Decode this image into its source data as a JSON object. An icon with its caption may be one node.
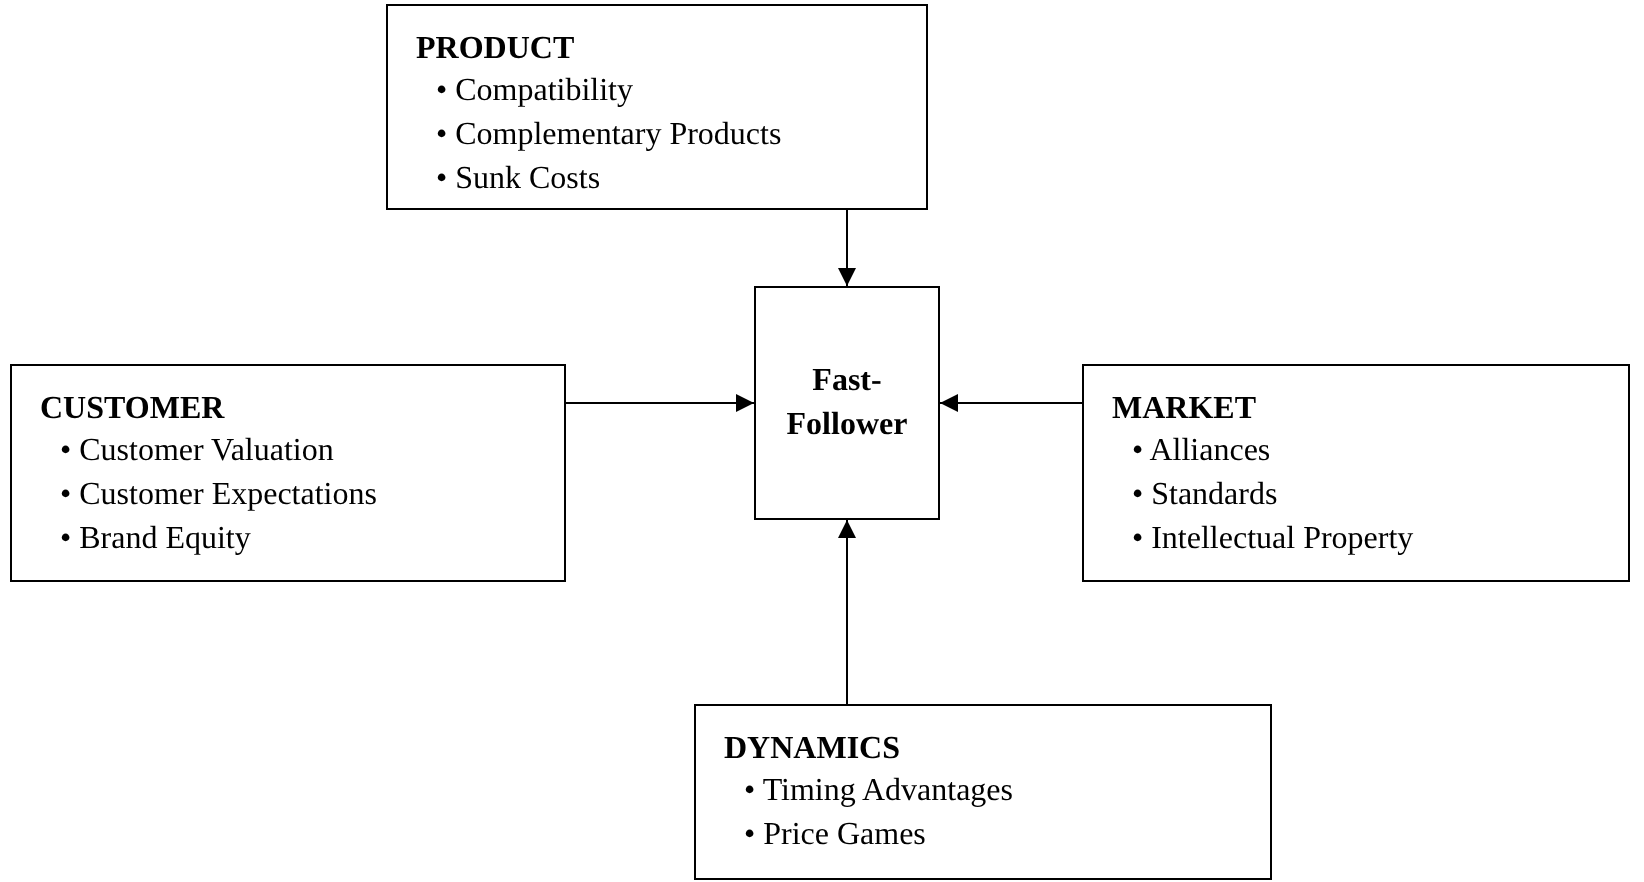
{
  "diagram": {
    "nodes": [
      {
        "text": [
          "PRODUCT",
          "• Compatibility",
          "• Complementary Products",
          "• Sunk Costs"
        ]
      },
      {
        "text": [
          "CUSTOMER",
          "• Customer Valuation",
          "• Customer Expectations",
          "• Brand Equity"
        ]
      },
      {
        "text": [
          "Fast-Follower"
        ]
      },
      {
        "text": [
          "MARKET",
          "• Alliances",
          "• Standards",
          "• Intellectual Property"
        ]
      },
      {
        "text": [
          "DYNAMICS",
          "• Timing Advantages",
          "• Price Games"
        ]
      }
    ],
    "edges": [
      {
        "from": 0,
        "to": 2,
        "arrow": "to"
      },
      {
        "from": 1,
        "to": 2,
        "arrow": "to"
      },
      {
        "from": 3,
        "to": 2,
        "arrow": "to"
      },
      {
        "from": 4,
        "to": 2,
        "arrow": "to"
      }
    ]
  }
}
